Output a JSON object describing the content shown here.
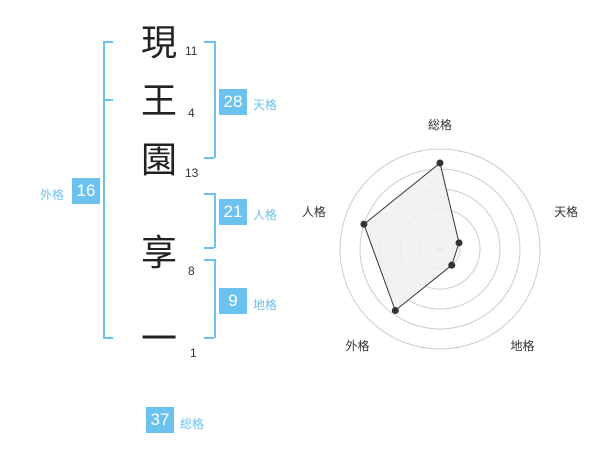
{
  "name": {
    "characters": [
      {
        "char": "現",
        "strokes": "11"
      },
      {
        "char": "王",
        "strokes": "4"
      },
      {
        "char": "園",
        "strokes": "13"
      },
      {
        "char": "享",
        "strokes": "8"
      },
      {
        "char": "一",
        "strokes": "1"
      }
    ]
  },
  "fortunes": {
    "tenkaku": {
      "value": "28",
      "label": "天格"
    },
    "jinkaku": {
      "value": "21",
      "label": "人格"
    },
    "chikaku": {
      "value": "9",
      "label": "地格"
    },
    "gaikaku": {
      "value": "16",
      "label": "外格"
    },
    "soukaku": {
      "value": "37",
      "label": "総格"
    }
  },
  "chart_data": {
    "type": "radar",
    "axes": [
      "総格",
      "天格",
      "地格",
      "外格",
      "人格"
    ],
    "values": [
      4.3,
      1.0,
      1.0,
      3.8,
      4.0
    ],
    "max": 5,
    "rings": 5,
    "colors": {
      "fill": "#f0f0f0",
      "stroke": "#333333",
      "ring": "#cccccc",
      "point": "#333333",
      "center": "#cccccc"
    }
  },
  "colors": {
    "accent": "#6cc2ef"
  }
}
